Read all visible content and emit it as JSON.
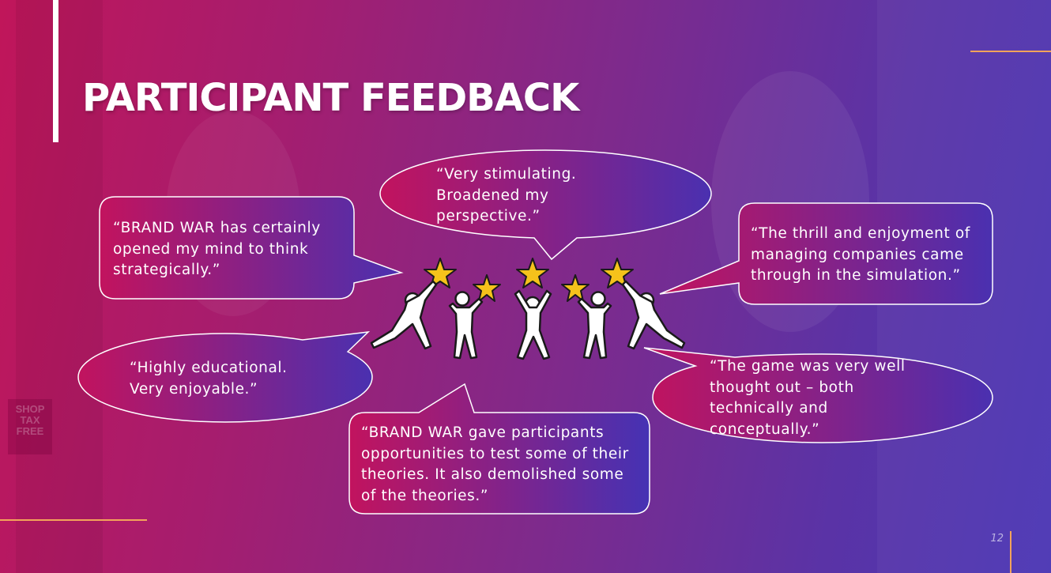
{
  "slide": {
    "title": "PARTICIPANT FEEDBACK",
    "page_number": "12"
  },
  "background": {
    "sign_text": [
      "SHOP",
      "TAX",
      "FREE"
    ]
  },
  "quotes": [
    {
      "id": "brand-war-mind",
      "text": "“BRAND WAR has certainly\nopened my mind to think\nstrategically.”"
    },
    {
      "id": "stimulating",
      "text": "“Very stimulating.\nBroadened my\nperspective.”"
    },
    {
      "id": "thrill",
      "text": "“The thrill and enjoyment of\nmanaging companies came\nthrough in the simulation.”"
    },
    {
      "id": "educational",
      "text": "“Highly educational.\nVery enjoyable.”"
    },
    {
      "id": "game-thought",
      "text": "“The game was very well\nthought out – both\ntechnically and\nconceptually.”"
    },
    {
      "id": "theories",
      "text": "“BRAND WAR gave participants\nopportunities to test some of their\ntheories. It also demolished some\nof the theories.”"
    }
  ],
  "colors": {
    "bubble_start": "#c2135e",
    "bubble_end": "#4a30b0",
    "star_fill": "#f5c21b",
    "accent": "#f3a35a",
    "figure_fill": "#ffffff",
    "figure_stroke": "#1a1a1a"
  },
  "icons": {
    "illustration": "people-reaching-for-stars-icon"
  }
}
